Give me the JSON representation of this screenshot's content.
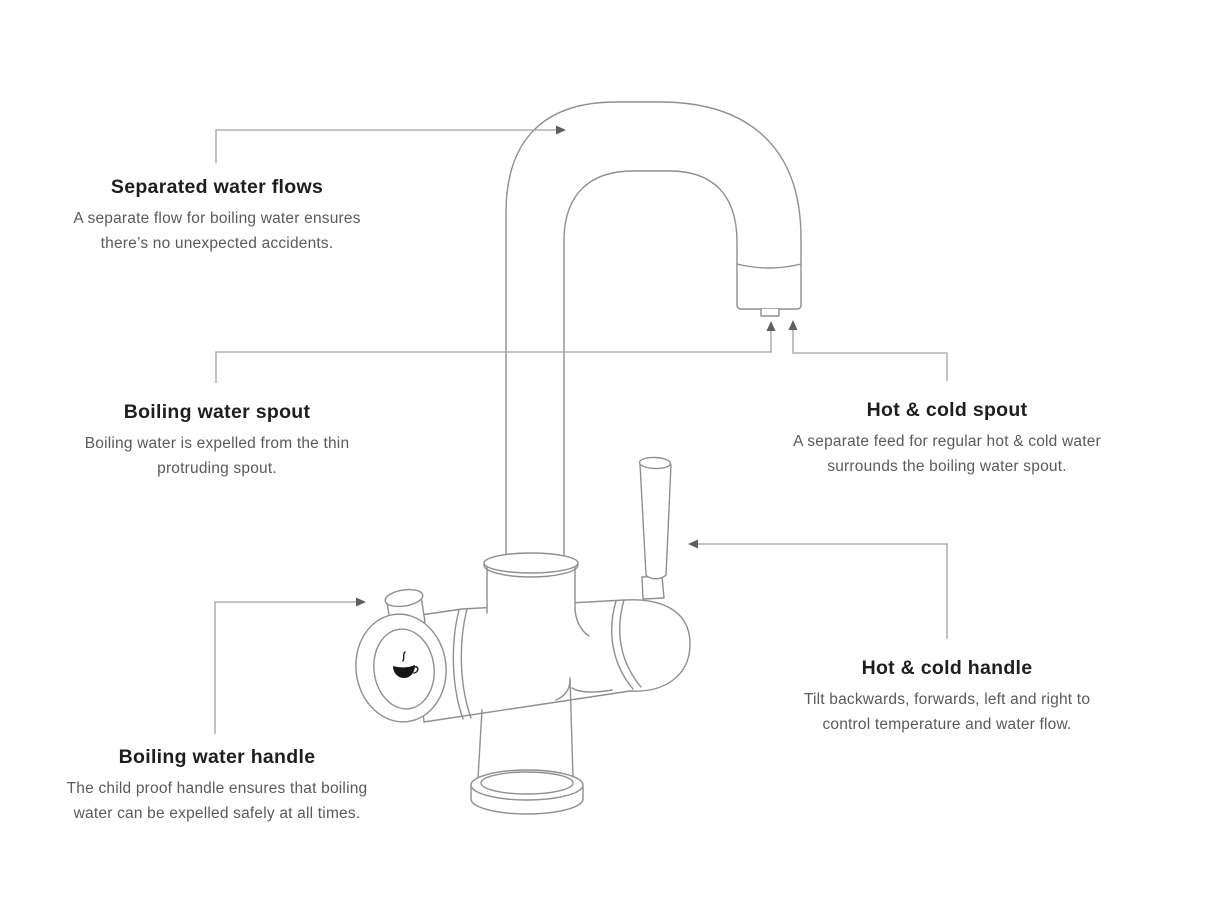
{
  "diagram": {
    "colors": {
      "background": "#ffffff",
      "heading": "#1e1e1e",
      "body_text": "#5a5a5a",
      "connector_line": "#a0a0a0",
      "arrowhead": "#5f5f5f",
      "faucet_outline": "#8f8f8f",
      "icon": "#161616"
    },
    "labels": {
      "separated_water_flows": {
        "title": "Separated water flows",
        "line1": "A separate flow for boiling water ensures",
        "line2": "there’s no unexpected accidents."
      },
      "boiling_water_spout": {
        "title": "Boiling water spout",
        "line1": "Boiling water is expelled from the thin",
        "line2": "protruding spout."
      },
      "hot_cold_spout": {
        "title": "Hot & cold spout",
        "line1": "A separate feed for regular hot & cold water",
        "line2": "surrounds the boiling water spout."
      },
      "boiling_water_handle": {
        "title": "Boiling water handle",
        "line1": "The child proof handle ensures that boiling",
        "line2": "water can be expelled safely at all times."
      },
      "hot_cold_handle": {
        "title": "Hot & cold handle",
        "line1": "Tilt backwards, forwards, left and right to",
        "line2": "control temperature and water flow."
      }
    },
    "icons": {
      "hot_drink": "hot-drink-icon"
    }
  }
}
